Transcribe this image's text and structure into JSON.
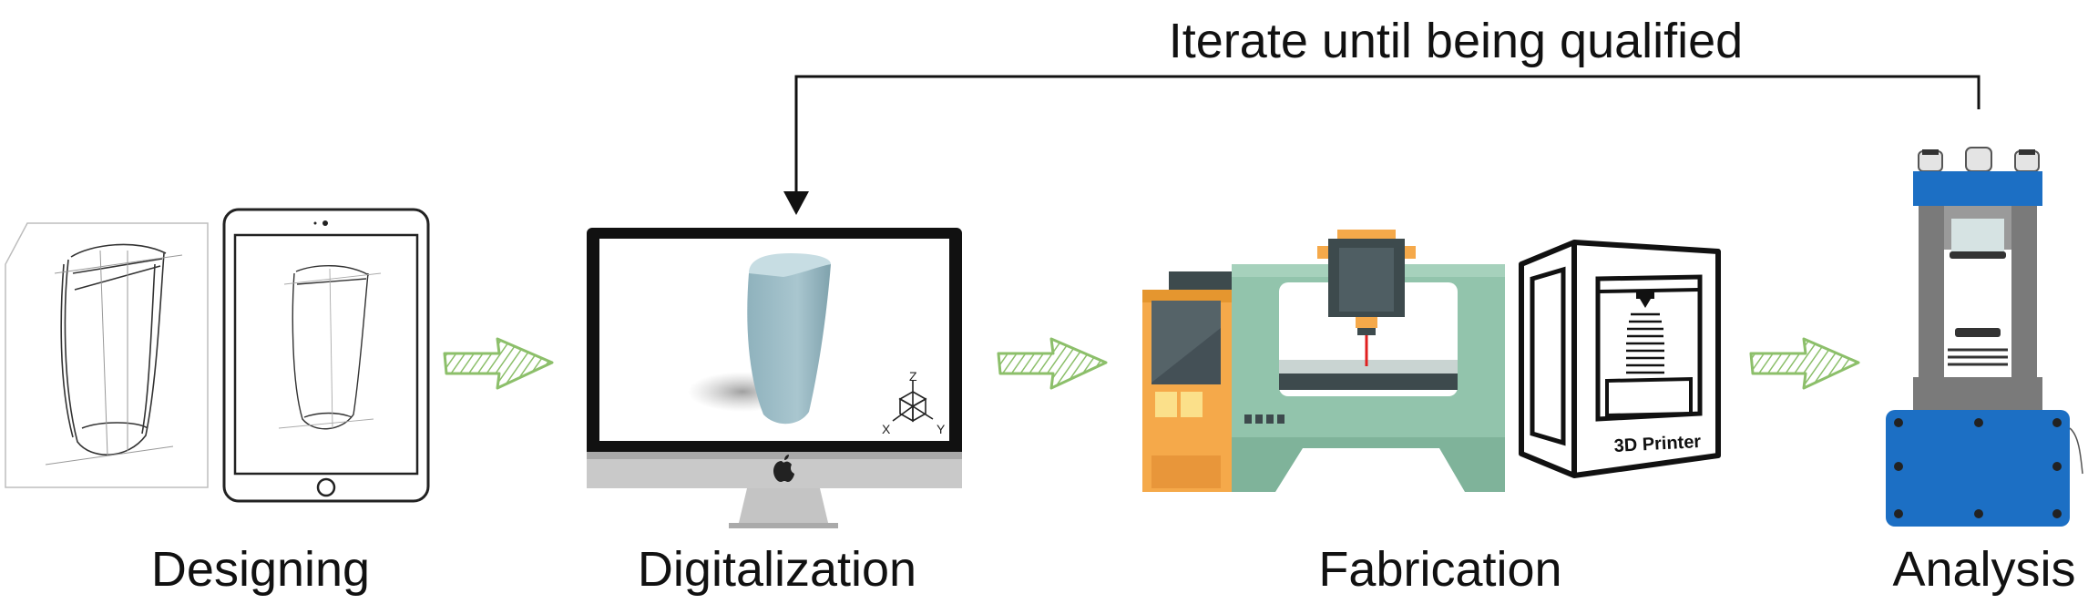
{
  "feedback_label": "Iterate until being qualified",
  "stages": [
    {
      "label": "Designing"
    },
    {
      "label": "Digitalization"
    },
    {
      "label": "Fabrication"
    },
    {
      "label": "Analysis"
    }
  ],
  "axis_gizmo": {
    "z": "Z",
    "x": "X",
    "y": "Y"
  },
  "printer_label": "3D Printer",
  "colors": {
    "arrow_green": "#8cbf6a",
    "monitor_model": "#9fbcc6",
    "machine_green": "#92c4ac",
    "machine_orange": "#f5a94a",
    "tester_blue": "#1c6fc4"
  }
}
